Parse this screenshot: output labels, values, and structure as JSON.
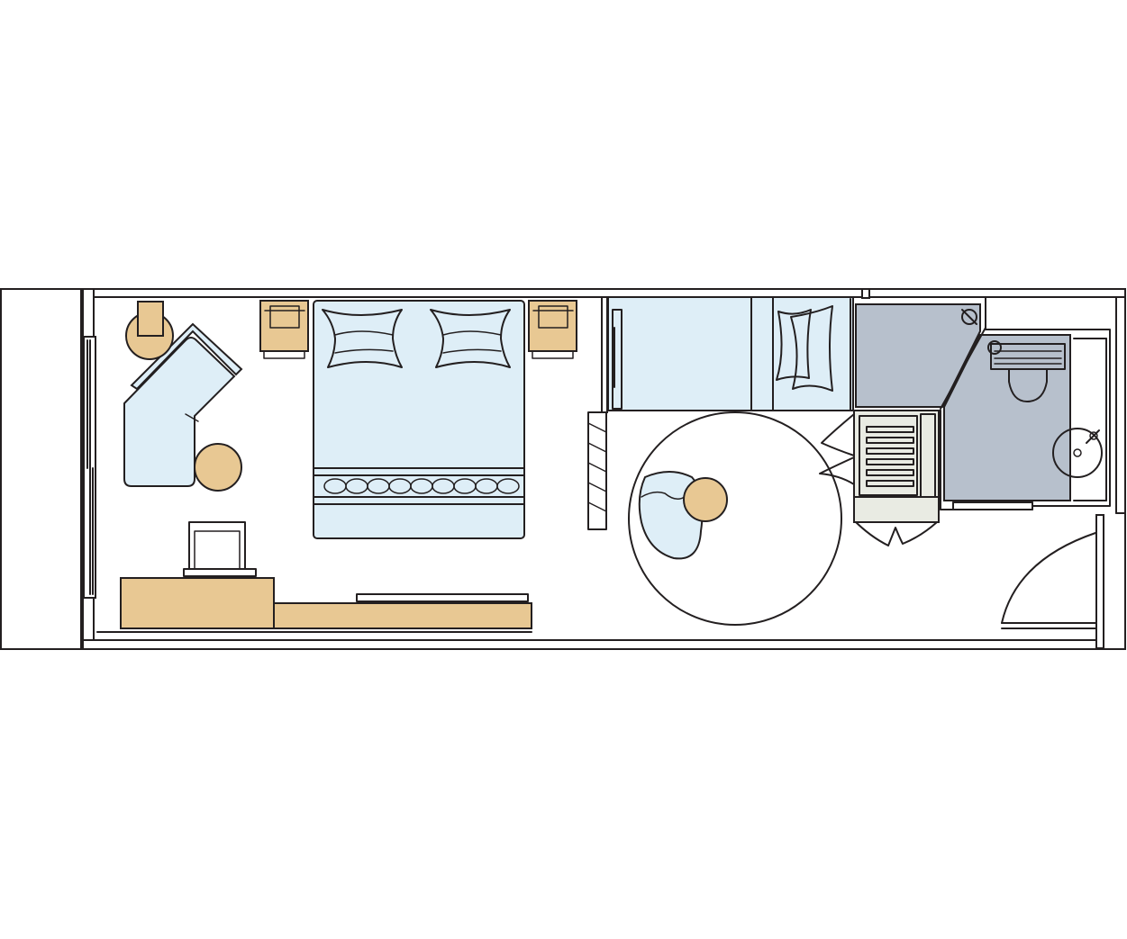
{
  "plan": {
    "type": "cabin floor plan",
    "colors": {
      "line": "#231f20",
      "wood": "#e8c893",
      "fabric": "#deeef7",
      "bathroom_floor": "#b7c0cc",
      "wardrobe": "#e9ebe3",
      "background": "#ffffff"
    },
    "furniture": [
      {
        "name": "balcony",
        "icon": "balcony-area"
      },
      {
        "name": "sliding-glass-door",
        "icon": "window"
      },
      {
        "name": "sofa",
        "icon": "l-shaped-sofa"
      },
      {
        "name": "armchair-table",
        "icon": "round-table"
      },
      {
        "name": "ottoman",
        "icon": "round-stool"
      },
      {
        "name": "nightstand",
        "icon": "nightstand",
        "count": 2
      },
      {
        "name": "double-bed",
        "icon": "bed"
      },
      {
        "name": "desk",
        "icon": "desk"
      },
      {
        "name": "desk-chair",
        "icon": "chair"
      },
      {
        "name": "tv-console",
        "icon": "cabinet"
      },
      {
        "name": "bunk-ladder",
        "icon": "ladder"
      },
      {
        "name": "upper-bunk",
        "icon": "bunk-bed"
      },
      {
        "name": "lounge-chair",
        "icon": "chair"
      },
      {
        "name": "side-table",
        "icon": "round-table"
      },
      {
        "name": "privacy-curtain",
        "icon": "curtain"
      },
      {
        "name": "wardrobe",
        "icon": "closet"
      },
      {
        "name": "shower",
        "icon": "shower"
      },
      {
        "name": "toilet",
        "icon": "toilet"
      },
      {
        "name": "sink",
        "icon": "sink"
      },
      {
        "name": "entry-door",
        "icon": "door"
      }
    ]
  }
}
